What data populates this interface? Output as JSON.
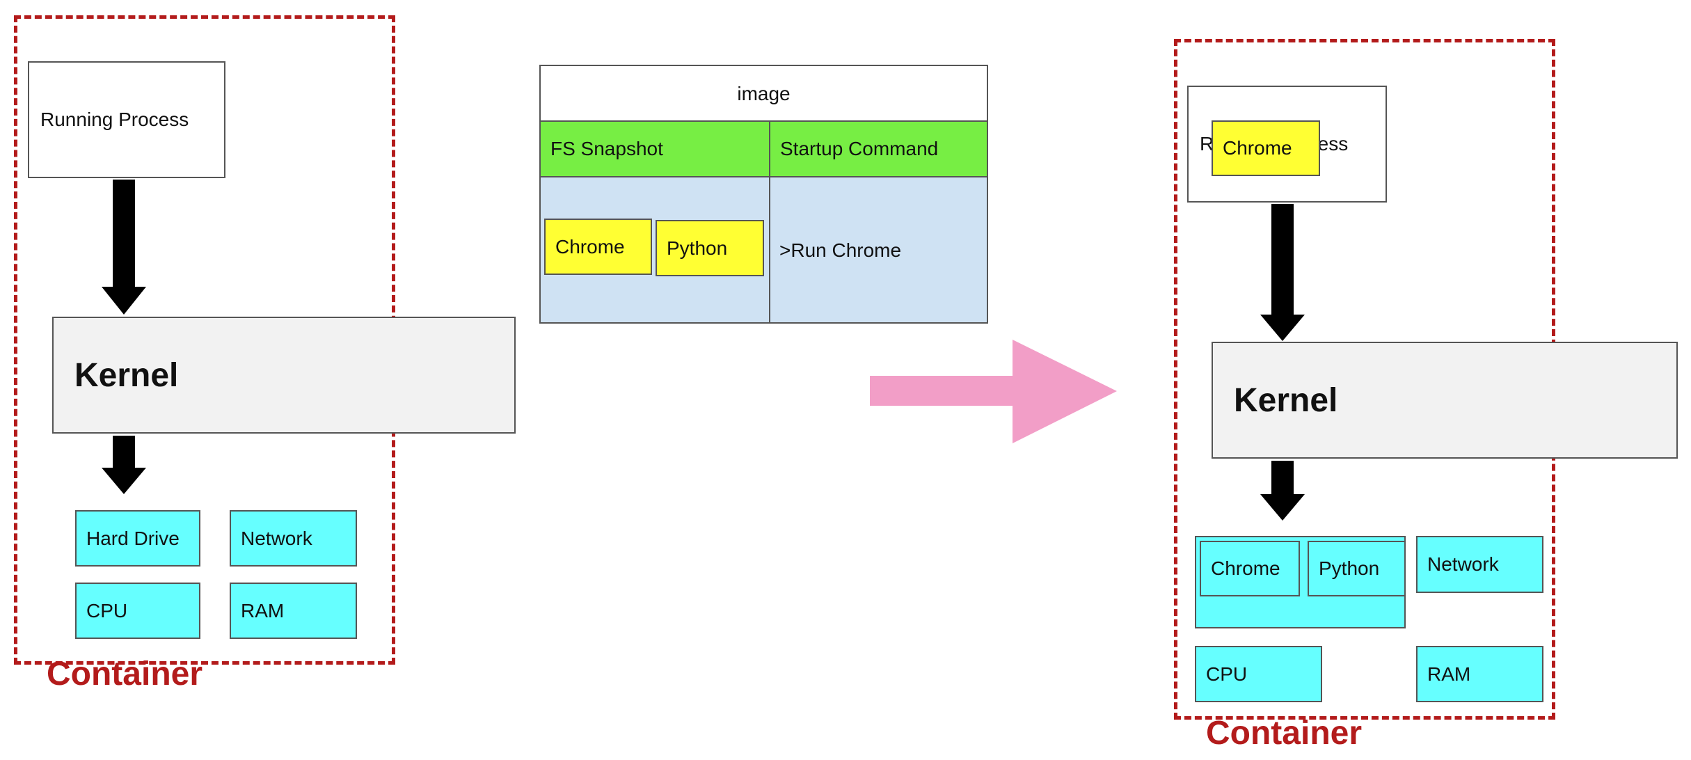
{
  "left": {
    "running_process": "Running Process",
    "kernel": "Kernel",
    "resources": {
      "hard_drive": "Hard Drive",
      "network": "Network",
      "cpu": "CPU",
      "ram": "RAM"
    },
    "container_label": "Container"
  },
  "image_table": {
    "header": "image",
    "col1_header": "FS Snapshot",
    "col2_header": "Startup Command",
    "fs_items": [
      "Chrome",
      "Python"
    ],
    "startup_command": ">Run Chrome"
  },
  "right": {
    "running_process": "Running Process",
    "process_overlay": "Chrome",
    "kernel": "Kernel",
    "hard_drive_items": [
      "Chrome",
      "Python"
    ],
    "resources": {
      "network": "Network",
      "cpu": "CPU",
      "ram": "RAM"
    },
    "container_label": "Container"
  },
  "colors": {
    "container_border": "#b31b1b",
    "resource_fill": "#66ffff",
    "fs_item_fill": "#ffff33",
    "table_header_fill": "#77ee44",
    "table_body_fill": "#cfe2f3",
    "kernel_fill": "#f2f2f2",
    "transition_arrow": "#f29ec7"
  }
}
